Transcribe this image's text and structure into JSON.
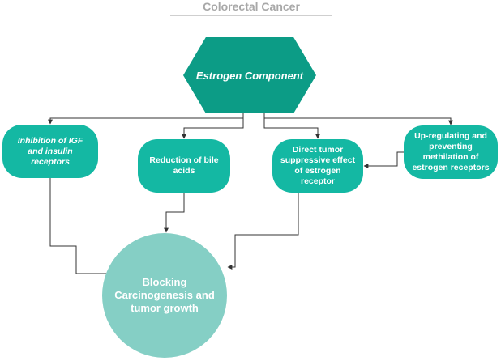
{
  "title": "Colorectal Cancer",
  "colors": {
    "dark_teal": "#0c9c86",
    "teal": "#14b8a3",
    "light_teal": "#85cfc5",
    "connector": "#333333"
  },
  "nodes": {
    "root": "Estrogen Component",
    "branch_1": "Inhibition of IGF and insulin receptors",
    "branch_2": "Reduction of bile acids",
    "branch_3": "Direct tumor suppressive effect of estrogen receptor",
    "branch_4": "Up-regulating and preventing methilation of estrogen receptors",
    "outcome": "Blocking Carcinogenesis and tumor growth"
  }
}
